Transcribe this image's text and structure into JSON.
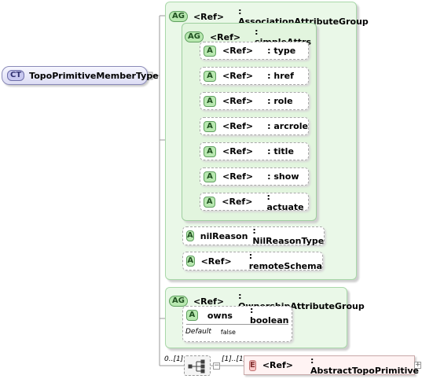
{
  "complex_type": {
    "badge": "CT",
    "name": "TopoPrimitiveMemberType"
  },
  "assoc_group": {
    "badge": "AG",
    "ref": "<Ref>",
    "type": ": AssociationAttributeGroup",
    "simple_attrs": {
      "badge": "AG",
      "ref": "<Ref>",
      "type": ": simpleAttrs",
      "attrs": [
        {
          "badge": "A",
          "ref": "<Ref>",
          "type": ": type"
        },
        {
          "badge": "A",
          "ref": "<Ref>",
          "type": ": href"
        },
        {
          "badge": "A",
          "ref": "<Ref>",
          "type": ": role"
        },
        {
          "badge": "A",
          "ref": "<Ref>",
          "type": ": arcrole"
        },
        {
          "badge": "A",
          "ref": "<Ref>",
          "type": ": title"
        },
        {
          "badge": "A",
          "ref": "<Ref>",
          "type": ": show"
        },
        {
          "badge": "A",
          "ref": "<Ref>",
          "type": ": actuate"
        }
      ]
    },
    "nil_reason": {
      "badge": "A",
      "name": "nilReason",
      "type": ": NilReasonType"
    },
    "remote_schema": {
      "badge": "A",
      "ref": "<Ref>",
      "type": ": remoteSchema"
    }
  },
  "owner_group": {
    "badge": "AG",
    "ref": "<Ref>",
    "type": ": OwnershipAttributeGroup",
    "owns": {
      "badge": "A",
      "name": "owns",
      "type": ": boolean",
      "default_label": "Default",
      "default_value": "false"
    }
  },
  "sequence": {
    "occurrence": "0..[1]",
    "child_occurrence": "[1]..[1]"
  },
  "element": {
    "badge": "E",
    "ref": "<Ref>",
    "type": ": AbstractTopoPrimitive",
    "expand": "+"
  }
}
